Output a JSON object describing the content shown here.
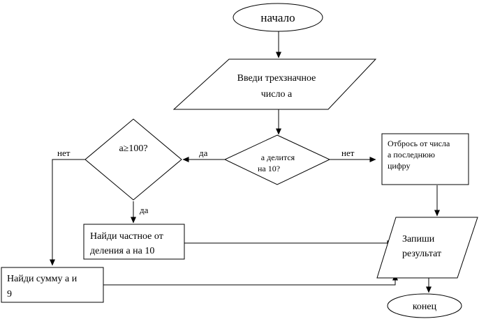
{
  "nodes": {
    "start": "начало",
    "input": {
      "line1": "Введи  трехзначное",
      "line2": "число а"
    },
    "cond_div10": {
      "line1": "а делится",
      "line2": "на 10?"
    },
    "cond_ge100": "а≥100?",
    "drop_digit": {
      "line1": "Отбрось от числа",
      "line2": "а последнюю",
      "line3": "цифру"
    },
    "quotient": {
      "line1": "Найди частное от",
      "line2": "деления а на 10"
    },
    "sum": {
      "line1": "Найди сумму а и",
      "line2": "9"
    },
    "output": {
      "line1": "Запиши",
      "line2": "результат"
    },
    "end": "конец"
  },
  "edge_labels": {
    "div10_yes": "да",
    "div10_no": "нет",
    "ge100_yes": "да",
    "ge100_no": "нет"
  }
}
